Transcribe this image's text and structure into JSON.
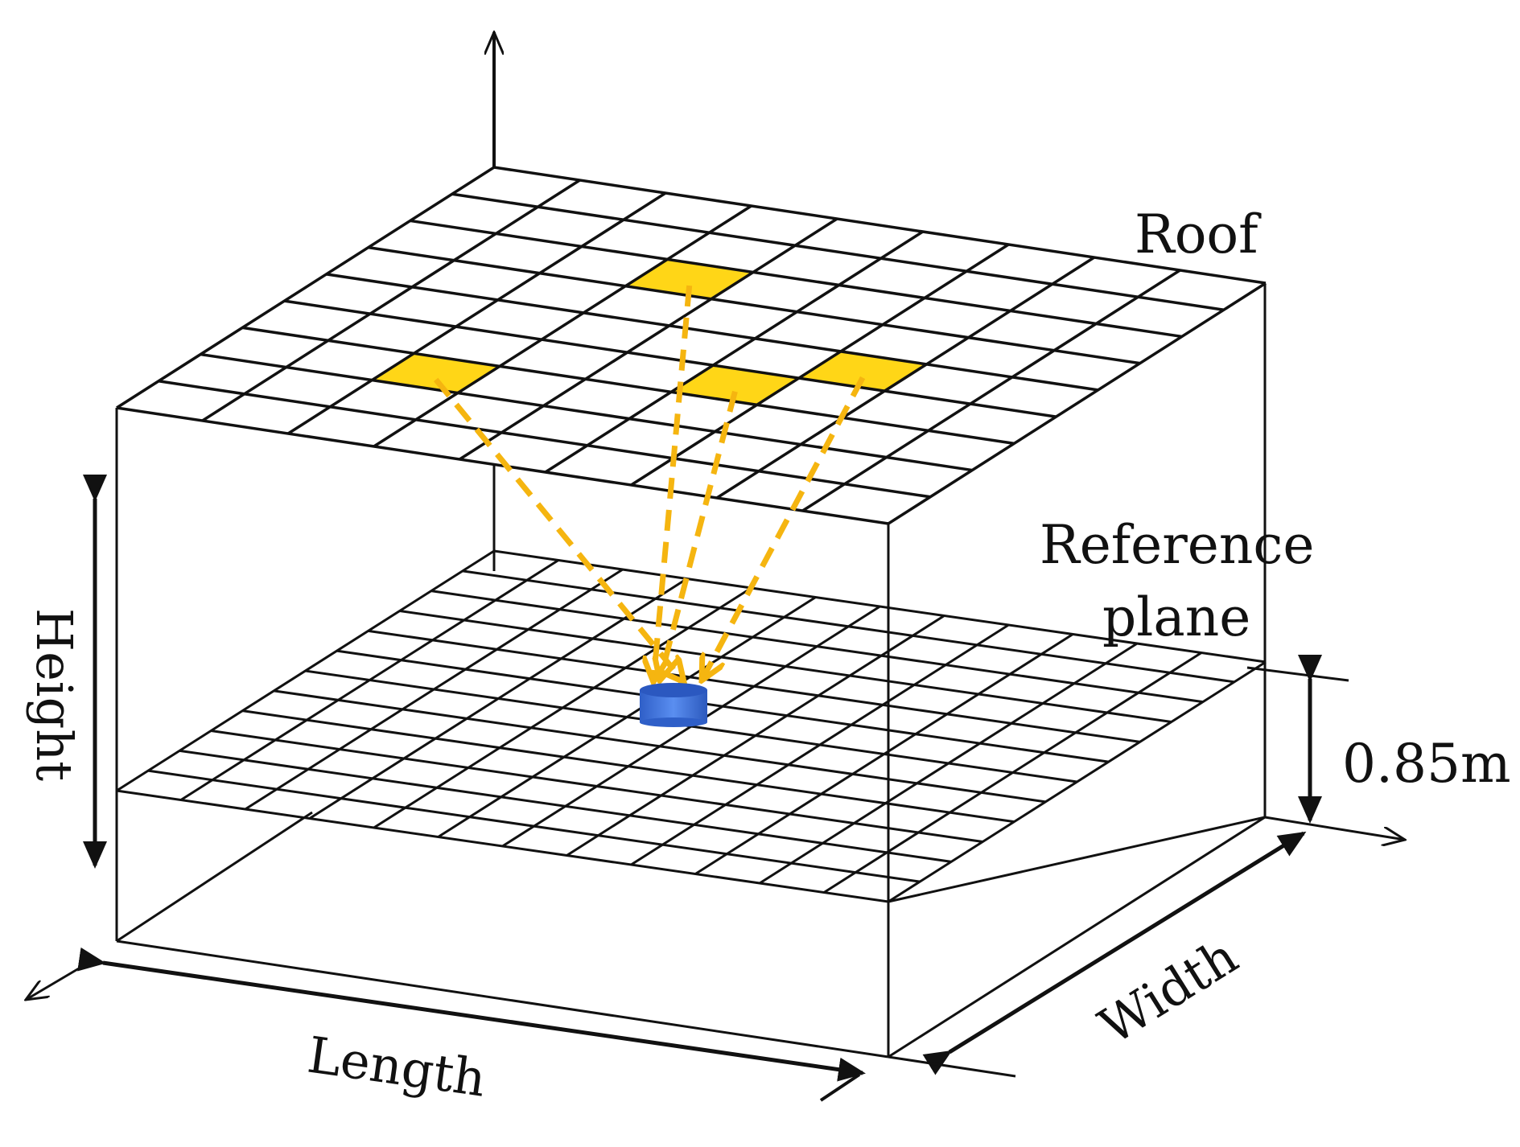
{
  "labels": {
    "roof": "Roof",
    "reference_line1": "Reference",
    "reference_line2": "plane",
    "height": "Height",
    "length": "Length",
    "width": "Width",
    "offset": "0.85m"
  },
  "grids": {
    "roof_cells": 9,
    "reference_cells": 12
  },
  "highlighted_roof_cells": [
    {
      "i": 3,
      "j": 5
    },
    {
      "i": 6,
      "j": 3
    },
    {
      "i": 2,
      "j": 2
    },
    {
      "i": 4,
      "j": 6
    }
  ],
  "colors": {
    "line": "#111111",
    "roof_skylight": "#ffd617",
    "light_ray": "#f5b510",
    "sensor": "#3a6fd8"
  },
  "icons": {
    "skylight": "yellow-square",
    "sensor": "blue-cylinder"
  }
}
